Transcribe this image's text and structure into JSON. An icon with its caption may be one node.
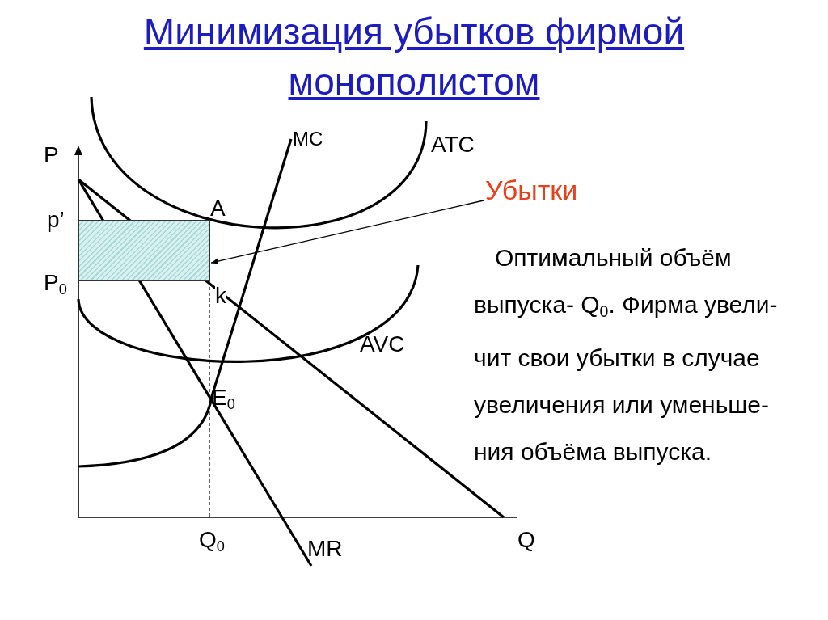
{
  "diagram": {
    "title": "Минимизация убытков фирмой монополистом",
    "nodes": [
      {
        "text": [
          "Убытки"
        ]
      },
      {
        "text": [],
        "shape": "box"
      }
    ],
    "edges": [
      {
        "from": 0,
        "to": 1,
        "arrow": "to"
      }
    ],
    "labels": [
      "МС",
      "P",
      "АТС",
      "A",
      "p’",
      "Оптимальный объём выпуска- Q$_{0}$. Фирма увели- чит свои убытки в случае увеличения или уменьше- ния объёма выпуска.",
      "P$_{0}$",
      "k",
      "AVC",
      "E$_{0}$",
      "Q$_{0}$",
      "Q",
      "MR"
    ]
  }
}
